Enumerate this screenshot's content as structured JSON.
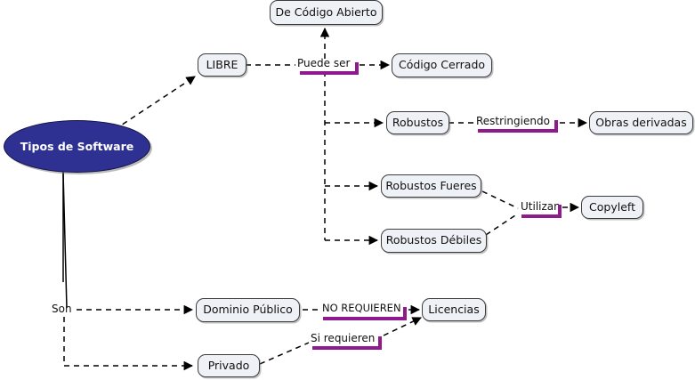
{
  "diagram": {
    "title": "Tipos de Software",
    "type": "concept-map",
    "colors": {
      "root_fill": "#2e3192",
      "root_text": "#ffffff",
      "node_fill": "#eef2f6",
      "node_border": "#3c3c3c",
      "node_text": "#111111",
      "edge": "#000000",
      "label_underline": "#8e1a8e"
    },
    "root": {
      "label": "Tipos de Software",
      "shape": "ellipse"
    },
    "nodes": [
      {
        "id": "libre",
        "label": "LIBRE"
      },
      {
        "id": "codigo-abierto",
        "label": "De Código Abierto"
      },
      {
        "id": "codigo-cerrado",
        "label": "Código Cerrado"
      },
      {
        "id": "robustos",
        "label": "Robustos"
      },
      {
        "id": "obras-derivadas",
        "label": "Obras derivadas"
      },
      {
        "id": "robustos-fueres",
        "label": "Robustos Fueres"
      },
      {
        "id": "robustos-debiles",
        "label": "Robustos Débiles"
      },
      {
        "id": "copyleft",
        "label": "Copyleft"
      },
      {
        "id": "dominio-publico",
        "label": "Dominio Público"
      },
      {
        "id": "privado",
        "label": "Privado"
      },
      {
        "id": "licencias",
        "label": "Licencias"
      }
    ],
    "link_labels": [
      {
        "id": "puede-ser",
        "label": "Puede ser",
        "underlined": true
      },
      {
        "id": "restringiendo",
        "label": "Restringiendo",
        "underlined": true
      },
      {
        "id": "utilizan",
        "label": "Utilizan",
        "underlined": true
      },
      {
        "id": "son",
        "label": "Son",
        "underlined": false
      },
      {
        "id": "no-requieren",
        "label": "NO REQUIEREN",
        "underlined": true
      },
      {
        "id": "si-requieren",
        "label": "Si requieren",
        "underlined": true
      }
    ],
    "edges": [
      {
        "from": "root",
        "to": "libre",
        "via": null,
        "style": "dashed"
      },
      {
        "from": "libre",
        "to": "puede-ser",
        "via": null,
        "style": "dashed"
      },
      {
        "from": "puede-ser",
        "to": "codigo-abierto",
        "via": null,
        "style": "dashed"
      },
      {
        "from": "puede-ser",
        "to": "codigo-cerrado",
        "via": null,
        "style": "dashed"
      },
      {
        "from": "puede-ser",
        "to": "robustos",
        "via": null,
        "style": "dashed"
      },
      {
        "from": "puede-ser",
        "to": "robustos-fueres",
        "via": null,
        "style": "dashed"
      },
      {
        "from": "puede-ser",
        "to": "robustos-debiles",
        "via": null,
        "style": "dashed"
      },
      {
        "from": "robustos",
        "to": "obras-derivadas",
        "via": "restringiendo",
        "style": "dashed"
      },
      {
        "from": "robustos-fueres",
        "to": "copyleft",
        "via": "utilizan",
        "style": "dashed"
      },
      {
        "from": "robustos-debiles",
        "to": "copyleft",
        "via": "utilizan",
        "style": "dashed"
      },
      {
        "from": "root",
        "to": "son",
        "via": null,
        "style": "solid"
      },
      {
        "from": "son",
        "to": "dominio-publico",
        "via": null,
        "style": "dashed"
      },
      {
        "from": "son",
        "to": "privado",
        "via": null,
        "style": "dashed"
      },
      {
        "from": "dominio-publico",
        "to": "licencias",
        "via": "no-requieren",
        "style": "dashed"
      },
      {
        "from": "privado",
        "to": "licencias",
        "via": "si-requieren",
        "style": "dashed"
      }
    ]
  }
}
